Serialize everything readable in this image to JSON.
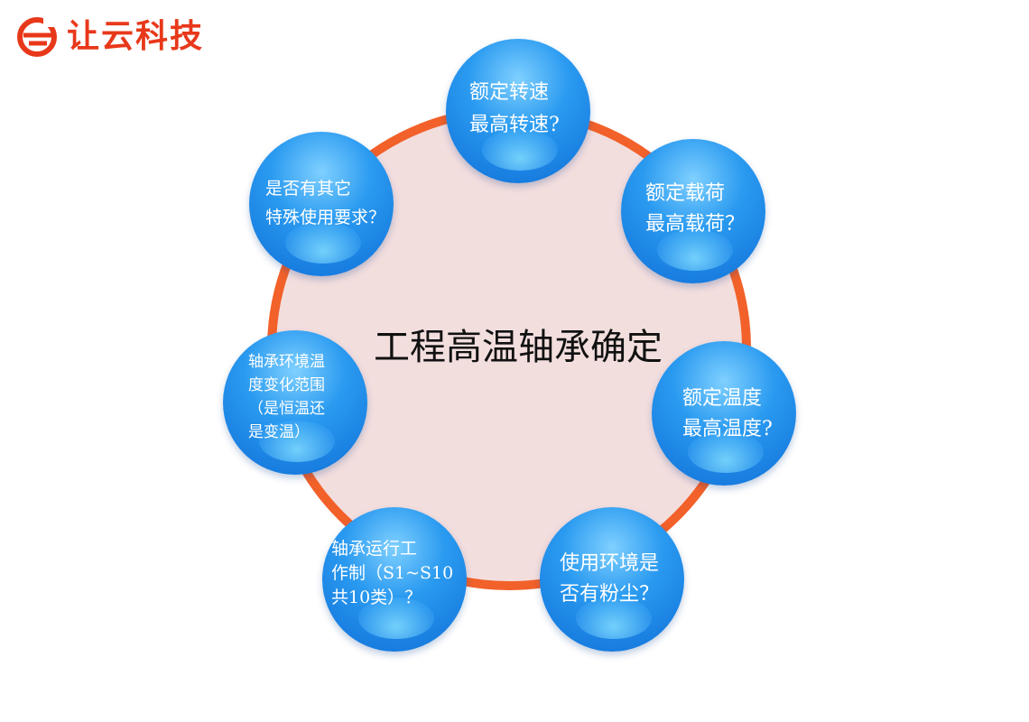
{
  "logo": {
    "text": "让云科技",
    "color": "#e8381a"
  },
  "center": {
    "title": "工程高温轴承确定"
  },
  "colors": {
    "ring": "#f2612a",
    "center_fill": "#f3dede",
    "bubble": "#1e88e8"
  },
  "bubbles": [
    {
      "lines": [
        "额定转速",
        "最高转速?"
      ]
    },
    {
      "lines": [
        "额定载荷",
        "最高载荷？"
      ]
    },
    {
      "lines": [
        "额定温度",
        "最高温度?"
      ]
    },
    {
      "lines": [
        "使用环境是",
        "否有粉尘？"
      ]
    },
    {
      "lines": [
        "轴承运行工",
        "作制（S1~S10",
        "共10类）？"
      ]
    },
    {
      "lines": [
        "轴承环境温",
        "度变化范围",
        "（是恒温还",
        "是变温）"
      ]
    },
    {
      "lines": [
        "是否有其它",
        "特殊使用要求？"
      ]
    }
  ]
}
